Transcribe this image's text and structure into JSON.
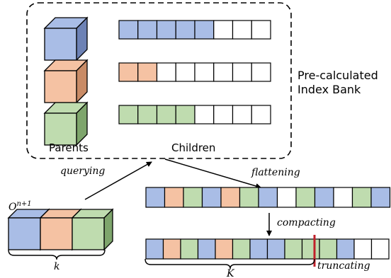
{
  "colors": {
    "blue": "#a9bde6",
    "blue_dark": "#6d82b5",
    "orange": "#f5c2a3",
    "orange_dark": "#c98b66",
    "green": "#bfdcaf",
    "green_dark": "#7ea56c",
    "empty": "#ffffff",
    "stroke": "#000000",
    "truncate": "#c0202a"
  },
  "bank": {
    "title_line1": "Pre-calculated",
    "title_line2": "Index Bank",
    "parents_label": "Parents",
    "children_label": "Children",
    "rows": [
      {
        "parent": "blue",
        "children": [
          "blue",
          "blue",
          "blue",
          "blue",
          "blue",
          "empty",
          "empty",
          "empty"
        ]
      },
      {
        "parent": "orange",
        "children": [
          "orange",
          "orange",
          "empty",
          "empty",
          "empty",
          "empty",
          "empty",
          "empty"
        ]
      },
      {
        "parent": "green",
        "children": [
          "green",
          "green",
          "green",
          "green",
          "empty",
          "empty",
          "empty",
          "empty"
        ]
      }
    ]
  },
  "query": {
    "label": "querying",
    "cube_label": "O",
    "cube_label_sup": "n+1",
    "k_label": "k",
    "cubes": [
      "blue",
      "orange",
      "green"
    ]
  },
  "flatten": {
    "label": "flattening",
    "cells": [
      "blue",
      "orange",
      "green",
      "blue",
      "orange",
      "green",
      "blue",
      "empty",
      "green",
      "blue",
      "empty",
      "green",
      "blue"
    ]
  },
  "compact": {
    "label": "compacting",
    "truncate_label": "truncating",
    "K_label": "K",
    "cells": [
      "blue",
      "orange",
      "green",
      "blue",
      "orange",
      "green",
      "blue",
      "blue",
      "green",
      "green",
      "green",
      "blue",
      "empty",
      "empty"
    ]
  }
}
